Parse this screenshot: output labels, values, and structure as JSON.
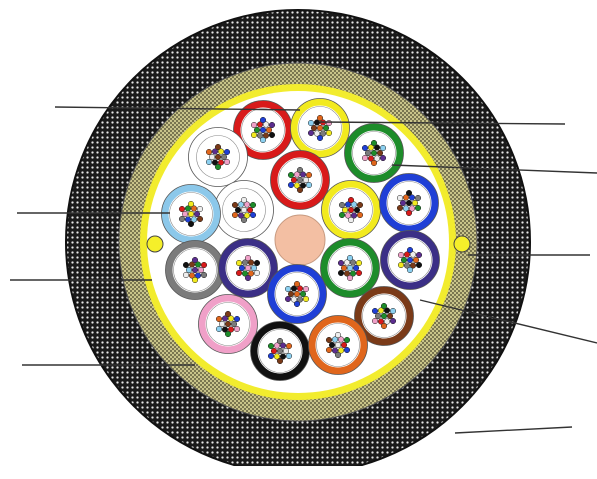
{
  "diagram": {
    "type": "fiber-optic-cable-cross-section",
    "colors": {
      "outer_jacket": "#1a1a1a",
      "jacket_dots": "#e8e8e8",
      "armor": "#c9c48a",
      "armor_mesh": "#7a7650",
      "yellow_layer": "#f2ec2e",
      "filler": "#ffffff",
      "central_member": "#f3bfa3",
      "ripcord": "#f5ef2a",
      "leader_lines": "#333333",
      "fiber_colors": [
        "#1f3fd6",
        "#e0661c",
        "#1d8c2a",
        "#7a3a18",
        "#7b7b7b",
        "#eeeeee",
        "#d81a1a",
        "#111111",
        "#f2ea1e",
        "#5b2d8e",
        "#f0a0c8",
        "#8cd0f0"
      ]
    },
    "tube_colors": [
      {
        "name": "red",
        "hex": "#d81a1a"
      },
      {
        "name": "yellow",
        "hex": "#f2ea1e"
      },
      {
        "name": "green",
        "hex": "#1d8c2a"
      },
      {
        "name": "white",
        "hex": "#ffffff"
      },
      {
        "name": "red",
        "hex": "#d81a1a"
      },
      {
        "name": "white",
        "hex": "#ffffff"
      },
      {
        "name": "yellow",
        "hex": "#f2ea1e"
      },
      {
        "name": "blue",
        "hex": "#1f3fd6"
      },
      {
        "name": "light-blue",
        "hex": "#8cc8ea"
      },
      {
        "name": "grey",
        "hex": "#7b7b7b"
      },
      {
        "name": "violet",
        "hex": "#3b2f86"
      },
      {
        "name": "green",
        "hex": "#1d8c2a"
      },
      {
        "name": "violet",
        "hex": "#3b2f86"
      },
      {
        "name": "blue",
        "hex": "#1f3fd6"
      },
      {
        "name": "brown",
        "hex": "#7a3a18"
      },
      {
        "name": "pink",
        "hex": "#f0a0c8"
      },
      {
        "name": "black",
        "hex": "#111111"
      },
      {
        "name": "orange",
        "hex": "#e0661c"
      }
    ],
    "callouts": [
      {
        "name": "callout-left-1"
      },
      {
        "name": "callout-left-2"
      },
      {
        "name": "callout-left-3"
      },
      {
        "name": "callout-left-4"
      },
      {
        "name": "callout-right-1"
      },
      {
        "name": "callout-right-2"
      },
      {
        "name": "callout-right-3"
      },
      {
        "name": "callout-right-4"
      },
      {
        "name": "callout-right-5"
      }
    ]
  }
}
